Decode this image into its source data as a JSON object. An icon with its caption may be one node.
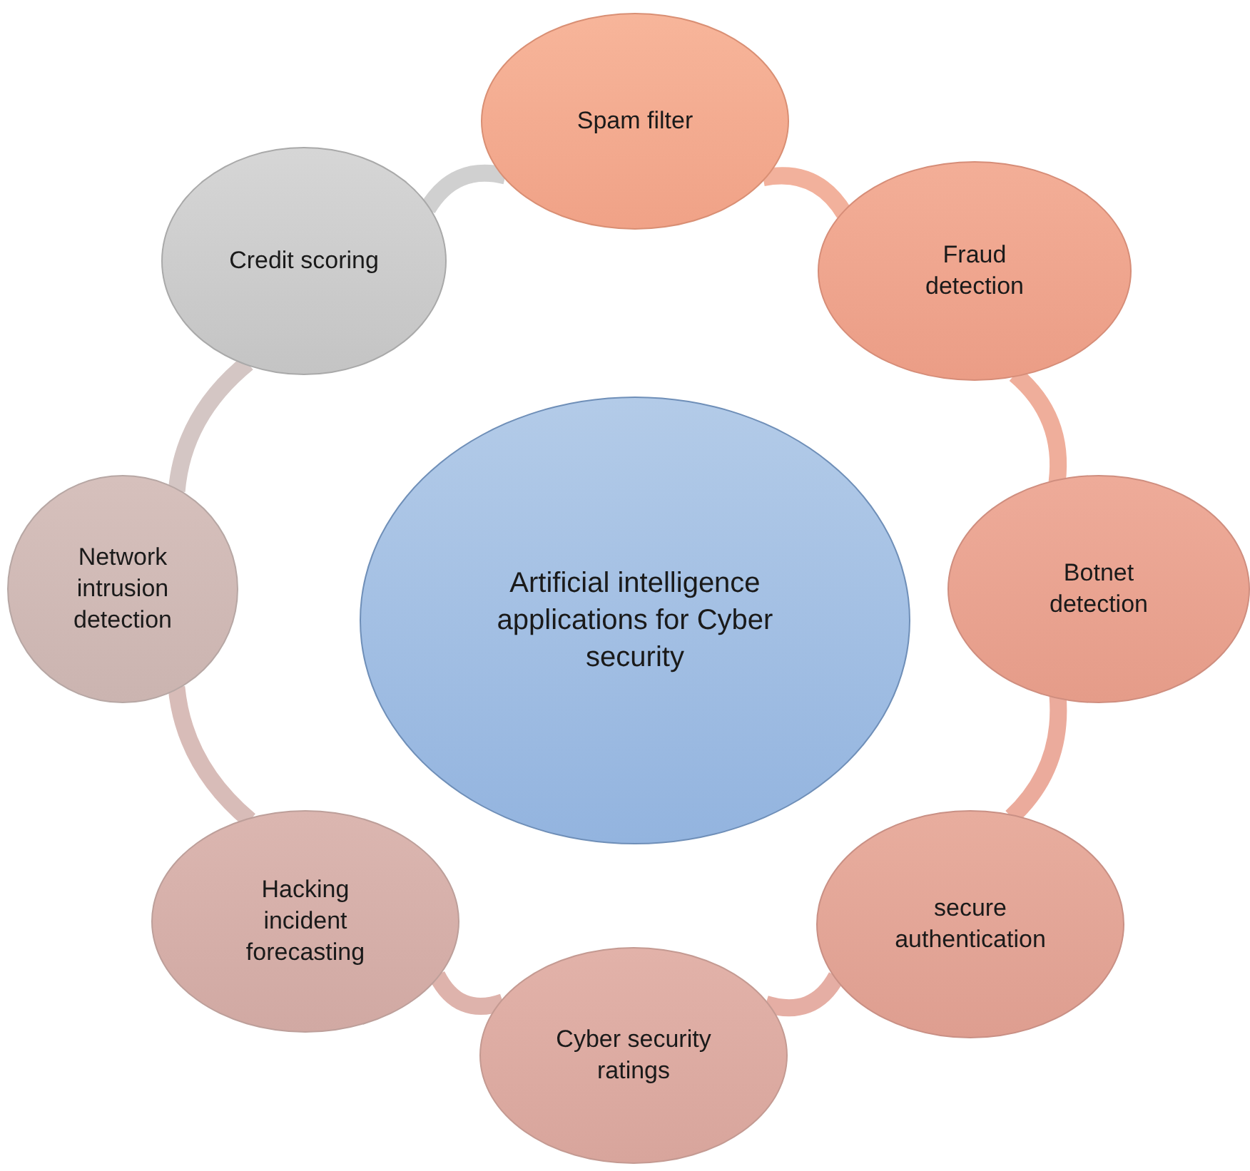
{
  "diagram": {
    "nodes": [
      {
        "text": [
          "Artificial intelligence applications for Cyber security"
        ]
      },
      {
        "text": [
          "Spam filter"
        ]
      },
      {
        "text": [
          "Fraud detection"
        ]
      },
      {
        "text": [
          "Botnet detection"
        ]
      },
      {
        "text": [
          "secure authentication"
        ]
      },
      {
        "text": [
          "Cyber security ratings"
        ]
      },
      {
        "text": [
          "Hacking incident forecasting"
        ]
      },
      {
        "text": [
          "Network intrusion detection"
        ]
      },
      {
        "text": [
          "Credit scoring"
        ]
      }
    ],
    "edges": [
      {
        "from": 1,
        "to": 2,
        "arrow": "none",
        "color": "#f2b19c"
      },
      {
        "from": 2,
        "to": 3,
        "arrow": "none",
        "color": "#efae9b"
      },
      {
        "from": 3,
        "to": 4,
        "arrow": "none",
        "color": "#ebab9c"
      },
      {
        "from": 4,
        "to": 5,
        "arrow": "none",
        "color": "#e5aea4"
      },
      {
        "from": 5,
        "to": 6,
        "arrow": "none",
        "color": "#deb3ac"
      },
      {
        "from": 6,
        "to": 7,
        "arrow": "none",
        "color": "#d8bcb8"
      },
      {
        "from": 7,
        "to": 8,
        "arrow": "none",
        "color": "#d4c6c4"
      },
      {
        "from": 8,
        "to": 1,
        "arrow": "none",
        "color": "#d0d0d0"
      }
    ]
  }
}
